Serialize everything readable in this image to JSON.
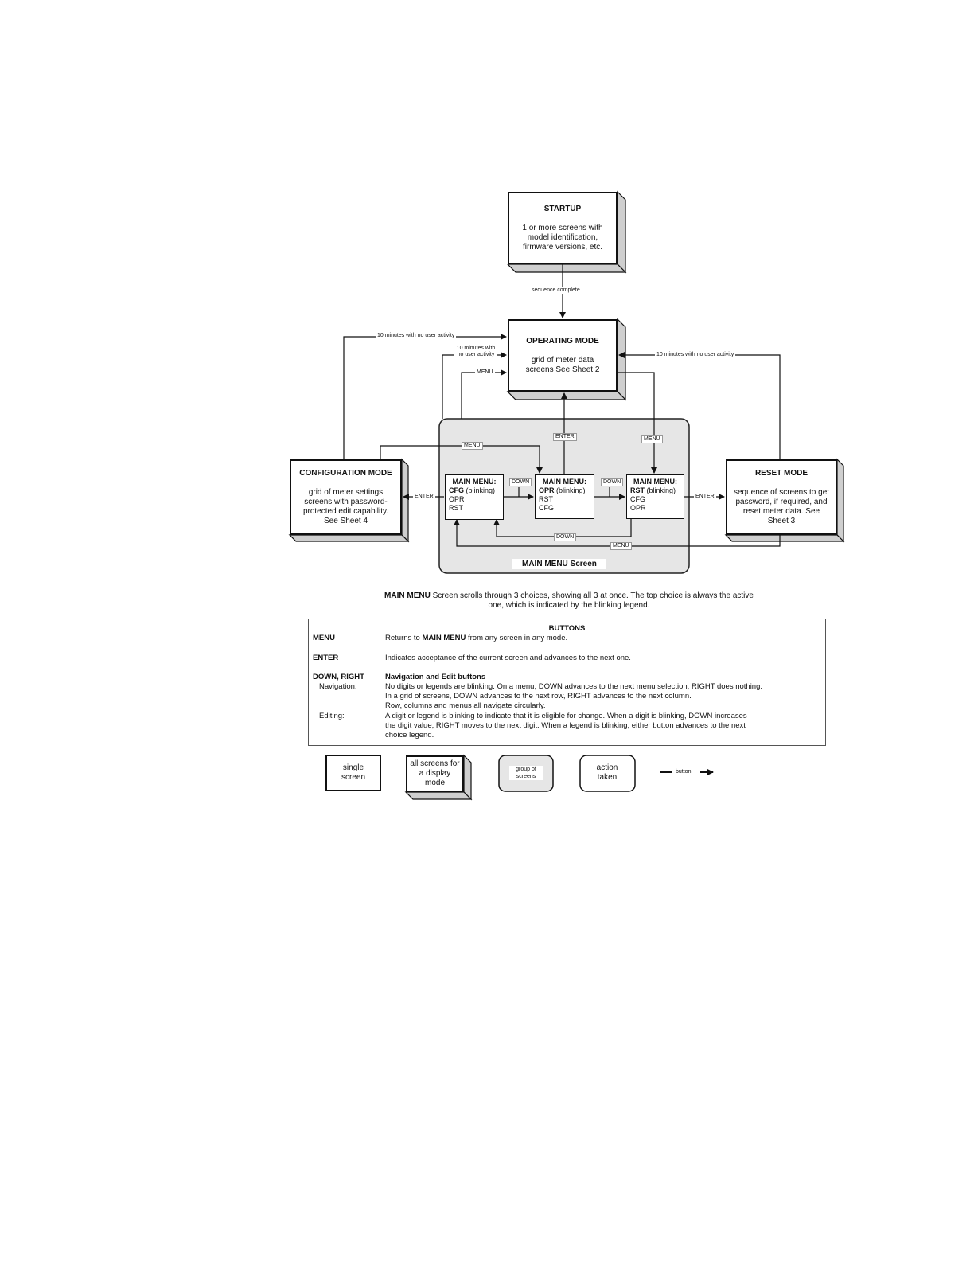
{
  "startup": {
    "title": "STARTUP",
    "desc": "1 or more screens with model identification, firmware versions, etc."
  },
  "operating": {
    "title": "OPERATING MODE",
    "desc": "grid of meter data screens See Sheet 2"
  },
  "config": {
    "title": "CONFIGURATION MODE",
    "desc": "grid of meter settings screens with password-protected edit capability. See Sheet 4"
  },
  "reset": {
    "title": "RESET MODE",
    "desc": "sequence of screens to get password, if required, and reset meter data. See Sheet 3"
  },
  "main_menu": {
    "panel_label": "MAIN MENU Screen",
    "screens": [
      {
        "header": "MAIN MENU:",
        "active": "CFG",
        "active_suffix": " (blinking)",
        "rest": [
          "OPR",
          "RST"
        ]
      },
      {
        "header": "MAIN MENU:",
        "active": "OPR",
        "active_suffix": " (blinking)",
        "rest": [
          "RST",
          "CFG"
        ]
      },
      {
        "header": "MAIN MENU:",
        "active": "RST",
        "active_suffix": " (blinking)",
        "rest": [
          "CFG",
          "OPR"
        ]
      }
    ]
  },
  "edge_labels": {
    "sequence_complete": "sequence complete",
    "no_activity_top": "10 minutes with no user activity",
    "no_activity_inner": "10 minutes with no user activity",
    "no_activity_right": "10 minutes with no user activity",
    "menu_to_op": "MENU",
    "enter_to_op": "ENTER",
    "menu_right": "MENU",
    "menu_top": "MENU",
    "down_1": "DOWN",
    "down_2": "DOWN",
    "down_bottom": "DOWN",
    "menu_bottom": "MENU",
    "enter_cfg": "ENTER",
    "enter_rst": "ENTER"
  },
  "caption": {
    "lead": "MAIN MENU",
    "line1": " Screen scrolls through 3 choices, showing all 3 at once.  The top choice is always the active",
    "line2": "one, which is indicated by the blinking legend."
  },
  "buttons": {
    "title": "BUTTONS",
    "menu": {
      "name": "MENU",
      "desc_pre": "Returns to ",
      "desc_bold": "MAIN MENU",
      "desc_post": " from any screen in any mode."
    },
    "enter": {
      "name": "ENTER",
      "desc": "Indicates acceptance of the current screen and advances to the next one."
    },
    "down_right": {
      "name": "DOWN, RIGHT",
      "desc": "Navigation and Edit buttons",
      "nav_label": "Navigation:",
      "nav_lines": [
        "No digits or legends are blinking.  On a menu, DOWN advances to the next menu selection, RIGHT does nothing.",
        "In a grid of screens, DOWN advances to the next row, RIGHT advances to the next column.",
        "Row, columns and menus all navigate circularly."
      ],
      "edit_label": "Editing:",
      "edit_lines": [
        "A digit or legend is blinking to indicate that it is eligible for change.  When a digit is blinking, DOWN increases",
        "the digit value, RIGHT moves to the next digit.  When a legend is blinking, either button advances to the next",
        "choice legend."
      ]
    }
  },
  "legend": {
    "single": "single screen",
    "all": "all screens for a display mode",
    "group": "group of screens",
    "action": "action taken",
    "button": "button"
  }
}
